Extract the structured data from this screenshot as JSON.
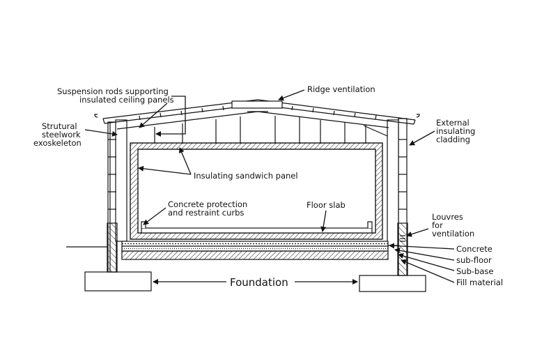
{
  "labels": {
    "suspension_rods": [
      "Suspension rods supporting",
      "insulated ceiling panels"
    ],
    "ridge_ventilation": "Ridge ventilation",
    "structural_steelwork": [
      "Strutural",
      "steelwork",
      "exoskeleton"
    ],
    "external_cladding": [
      "External",
      "insulating",
      "cladding"
    ],
    "insulating_sandwich_panel": "Insulating sandwich panel",
    "concrete_protection": [
      "Concrete protection",
      "and restraint curbs"
    ],
    "floor_slab": "Floor slab",
    "louvres": [
      "Louvres",
      "for",
      "ventilation"
    ],
    "concrete_subfloor": [
      "Concrete",
      "sub-floor"
    ],
    "sub_base": "Sub-base",
    "fill_material": "Fill material",
    "foundation": "Foundation"
  },
  "colors": {
    "line": "#111111",
    "background": "#ffffff"
  }
}
